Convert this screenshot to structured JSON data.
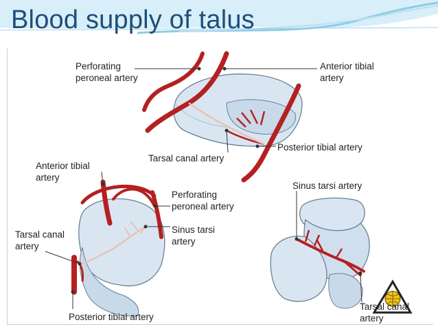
{
  "slide": {
    "title": "Blood supply of talus",
    "colors": {
      "title": "#1f4e79",
      "artery": "#b52020",
      "artery_dark": "#7a1010",
      "bone_fill": "#d9e6f2",
      "bone_stroke": "#6b7f94",
      "header_wave": "#8fcbe6"
    }
  },
  "diagram": {
    "top_view": {
      "perforating_peroneal_artery": [
        "Perforating",
        "peroneal artery"
      ],
      "anterior_tibial_artery": [
        "Anterior tibial",
        "artery"
      ],
      "posterior_tibial_artery": "Posterior tibial artery",
      "tarsal_canal_artery": "Tarsal canal artery"
    },
    "left_view": {
      "anterior_tibial_artery": [
        "Anterior tibial",
        "artery"
      ],
      "perforating_peroneal_artery": [
        "Perforating",
        "peroneal artery"
      ],
      "sinus_tarsi_artery": [
        "Sinus tarsi",
        "artery"
      ],
      "tarsal_canal_artery": [
        "Tarsal canal",
        "artery"
      ],
      "posterior_tibial_artery": "Posterior tibial artery"
    },
    "right_view": {
      "sinus_tarsi_artery": "Sinus tarsi artery",
      "tarsal_canal_artery": [
        "Tarsal canal",
        "artery"
      ]
    }
  }
}
